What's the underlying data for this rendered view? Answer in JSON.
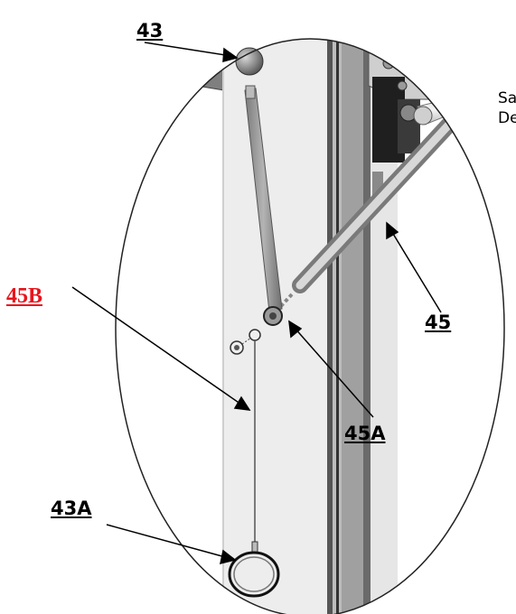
{
  "labels": {
    "part_43": "43",
    "part_43a": "43A",
    "part_45": "45",
    "part_45a": "45A",
    "part_45b": "45B"
  },
  "side_text": {
    "line1": "Sa",
    "line2": "De"
  },
  "colors": {
    "accent_red": "#e8141b",
    "outline": "#000000",
    "post_fill": "#ededed",
    "rod_fill": "#9a9a9a"
  }
}
